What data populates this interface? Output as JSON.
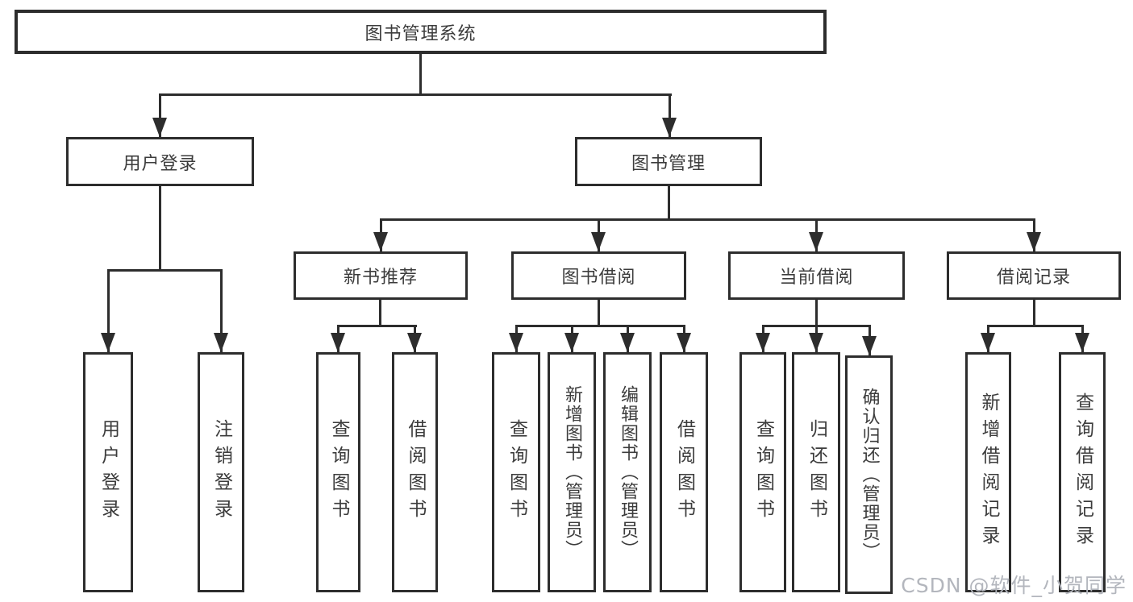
{
  "page": {
    "background": "#ffffff"
  },
  "diagram": {
    "type": "hierarchy-chart",
    "title": "图书管理系统",
    "colors": {
      "line": "#2d2d2d",
      "box_border": "#2d2d2d",
      "text": "#3c3c3c",
      "watermark": "#b3b6bd"
    },
    "root": {
      "label": "图书管理系统"
    },
    "level2": [
      {
        "label": "用户登录"
      },
      {
        "label": "图书管理"
      }
    ],
    "level3": [
      {
        "label": "新书推荐"
      },
      {
        "label": "图书借阅"
      },
      {
        "label": "当前借阅"
      },
      {
        "label": "借阅记录"
      }
    ],
    "leaves": {
      "user_login": [
        {
          "label": "用户登录"
        },
        {
          "label": "注销登录"
        }
      ],
      "new_book": [
        {
          "label": "查询图书"
        },
        {
          "label": "借阅图书"
        }
      ],
      "book_borrow": [
        {
          "label": "查询图书"
        },
        {
          "label": "新增图书（管理员）"
        },
        {
          "label": "编辑图书（管理员）"
        },
        {
          "label": "借阅图书"
        }
      ],
      "current_borrow": [
        {
          "label": "查询图书"
        },
        {
          "label": "归还图书"
        },
        {
          "label": "确认归还（管理员）"
        }
      ],
      "borrow_record": [
        {
          "label": "新增借阅记录"
        },
        {
          "label": "查询借阅记录"
        }
      ]
    }
  },
  "watermark": {
    "text": "CSDN @软件_小贺同学"
  }
}
